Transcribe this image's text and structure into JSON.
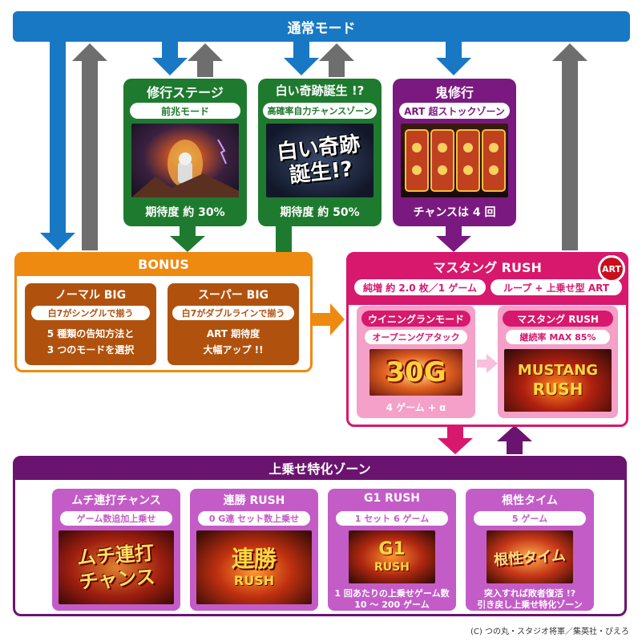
{
  "normal_mode": {
    "title": "通常モード"
  },
  "stages": [
    {
      "title": "修行ステージ",
      "sub": "前兆モード",
      "caption": "期待度 約 30%"
    },
    {
      "title": "白い奇跡誕生 !?",
      "sub": "高確率自力チャンスゾーン",
      "caption": "期待度 約 50%",
      "art_text": "白い奇跡 誕生!?"
    },
    {
      "title": "鬼修行",
      "sub": "ART 超ストックゾーン",
      "caption": "チャンスは 4 回"
    }
  ],
  "bonus": {
    "title": "BONUS",
    "items": [
      {
        "title": "ノーマル BIG",
        "sub": "白7がシングルで揃う",
        "desc1": "5 種類の告知方法と",
        "desc2": "3 つのモードを選択"
      },
      {
        "title": "スーパー BIG",
        "sub": "白7がダブルラインで揃う",
        "desc1": "ART 期待度",
        "desc2": "大幅アップ !!"
      }
    ]
  },
  "rush": {
    "title": "マスタング RUSH",
    "badge": "ART",
    "info1": "純増 約 2.0 枚／1 ゲーム",
    "info2": "ループ + 上乗せ型 ART",
    "winning": {
      "title": "ウイニングランモード",
      "sub": "オープニングアタック",
      "art_text": "30G",
      "caption": "4 ゲーム + α"
    },
    "mustang": {
      "title": "マスタング RUSH",
      "sub": "継続率 MAX 85%",
      "art_line1": "MUSTANG",
      "art_line2": "RUSH"
    }
  },
  "zone": {
    "title": "上乗せ特化ゾーン",
    "items": [
      {
        "title": "ムチ連打チャンス",
        "sub": "ゲーム数追加上乗せ",
        "art_text": "ムチ連打 チャンス"
      },
      {
        "title": "連勝 RUSH",
        "sub": "0 G連 セット数上乗せ",
        "art_line1": "連勝",
        "art_line2": "RUSH"
      },
      {
        "title": "G1 RUSH",
        "sub": "1 セット 6 ゲーム",
        "art_line1": "G1",
        "art_line2": "RUSH",
        "cap1": "1 回あたりの上乗せゲーム数",
        "cap2": "10 〜 200 ゲーム"
      },
      {
        "title": "根性タイム",
        "sub": "5 ゲーム",
        "art_text": "根性タイム",
        "cap1": "突入すれば敗者復活 !?",
        "cap2": "引き戻し上乗せ特化ゾーン"
      }
    ]
  },
  "copyright": "(C) つの丸・スタジオ将軍／集英社・ぴえろ",
  "colors": {
    "blue": "#1878c4",
    "green": "#1e7a2e",
    "purple": "#7a1a80",
    "orange": "#ee8a10",
    "brown": "#b0520e",
    "pink": "#d8186c",
    "zone_purple": "#6a1470",
    "zone_card": "#c45cc8",
    "gray": "#6e6e6e"
  }
}
